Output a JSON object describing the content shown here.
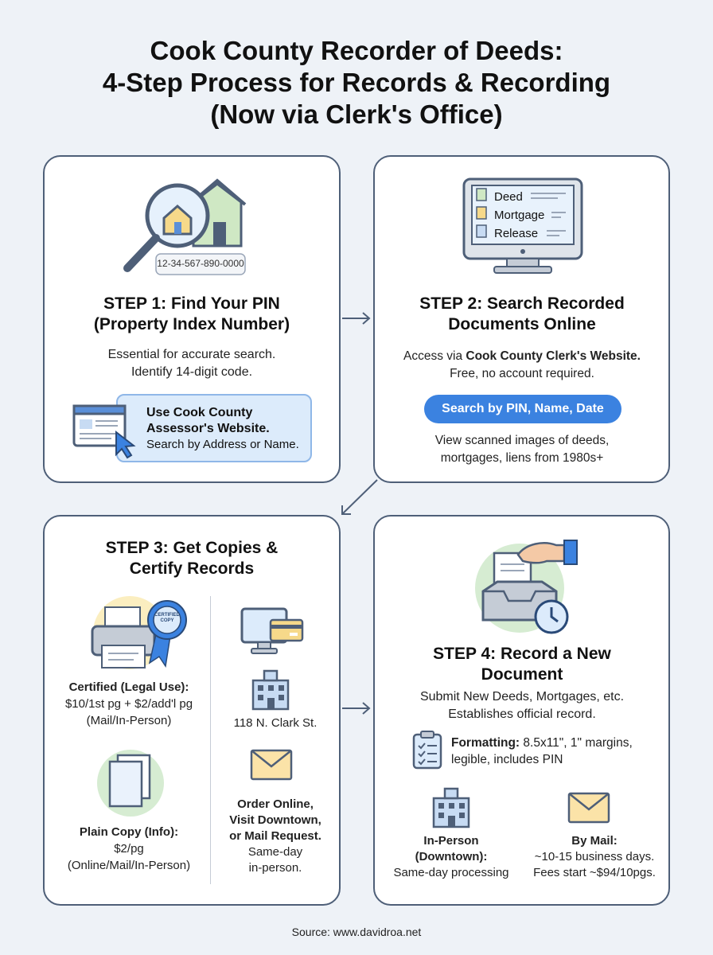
{
  "title": {
    "line1": "Cook County Recorder of Deeds:",
    "line2": "4-Step Process for Records & Recording",
    "line3": "(Now via Clerk's Office)"
  },
  "step1": {
    "pin_example": "12-34-567-890-0000",
    "heading_line1": "STEP 1: Find Your PIN",
    "heading_line2": "(Property Index Number)",
    "desc_line1": "Essential for accurate search.",
    "desc_line2": "Identify 14-digit code.",
    "tip_bold_line1": "Use Cook County",
    "tip_bold_line2": "Assessor's Website.",
    "tip_text": "Search by Address or Name.",
    "icons": [
      "magnifier-house-icon",
      "browser-cursor-icon"
    ]
  },
  "step2": {
    "screen_items": [
      "Deed",
      "Mortgage",
      "Release"
    ],
    "heading_line1": "STEP 2: Search Recorded",
    "heading_line2": "Documents Online",
    "desc_line1_prefix": "Access via ",
    "desc_line1_bold": "Cook County Clerk's Website.",
    "desc_line2": "Free, no account required.",
    "button_label": "Search by PIN, Name, Date",
    "note_line1": "View scanned images of deeds,",
    "note_line2": "mortgages, liens from 1980s+",
    "icons": [
      "computer-monitor-icon"
    ]
  },
  "step3": {
    "heading_line1": "STEP 3: Get Copies &",
    "heading_line2": "Certify Records",
    "seal_text_line1": "CERTIFIED",
    "seal_text_line2": "COPY",
    "certified_label": "Certified (Legal Use):",
    "certified_fee": "$10/1st pg + $2/add'l pg",
    "certified_channels": "(Mail/In-Person)",
    "plain_label": "Plain Copy (Info):",
    "plain_fee": "$2/pg",
    "plain_channels": "(Online/Mail/In-Person)",
    "address": "118 N. Clark St.",
    "order_line1": "Order Online,",
    "order_line2": "Visit Downtown,",
    "order_line3": "or Mail Request.",
    "order_line4": "Same-day",
    "order_line5": "in-person.",
    "icons": [
      "printer-seal-icon",
      "documents-icon",
      "computer-card-icon",
      "building-icon",
      "envelope-icon"
    ]
  },
  "step4": {
    "heading_line1": "STEP 4: Record a New",
    "heading_line2": "Document",
    "desc_line1": "Submit New Deeds, Mortgages, etc.",
    "desc_line2": "Establishes official record.",
    "format_bold": "Formatting:",
    "format_text_line1": " 8.5x11\", 1\" margins,",
    "format_text_line2": "legible, includes PIN",
    "inperson_line1": "In-Person",
    "inperson_line2": "(Downtown):",
    "inperson_line3": "Same-day processing",
    "mail_line1": "By Mail:",
    "mail_line2": "~10-15 business days.",
    "mail_line3": "Fees start ~$94/10pgs.",
    "icons": [
      "hand-inbox-clock-icon",
      "checklist-icon",
      "building-icon",
      "envelope-icon"
    ]
  },
  "footer": "Source: www.davidroa.net",
  "colors": {
    "background": "#eef2f7",
    "card_border": "#4e5f78",
    "accent_blue": "#3b82e0",
    "tip_box": "#dcebfb"
  }
}
